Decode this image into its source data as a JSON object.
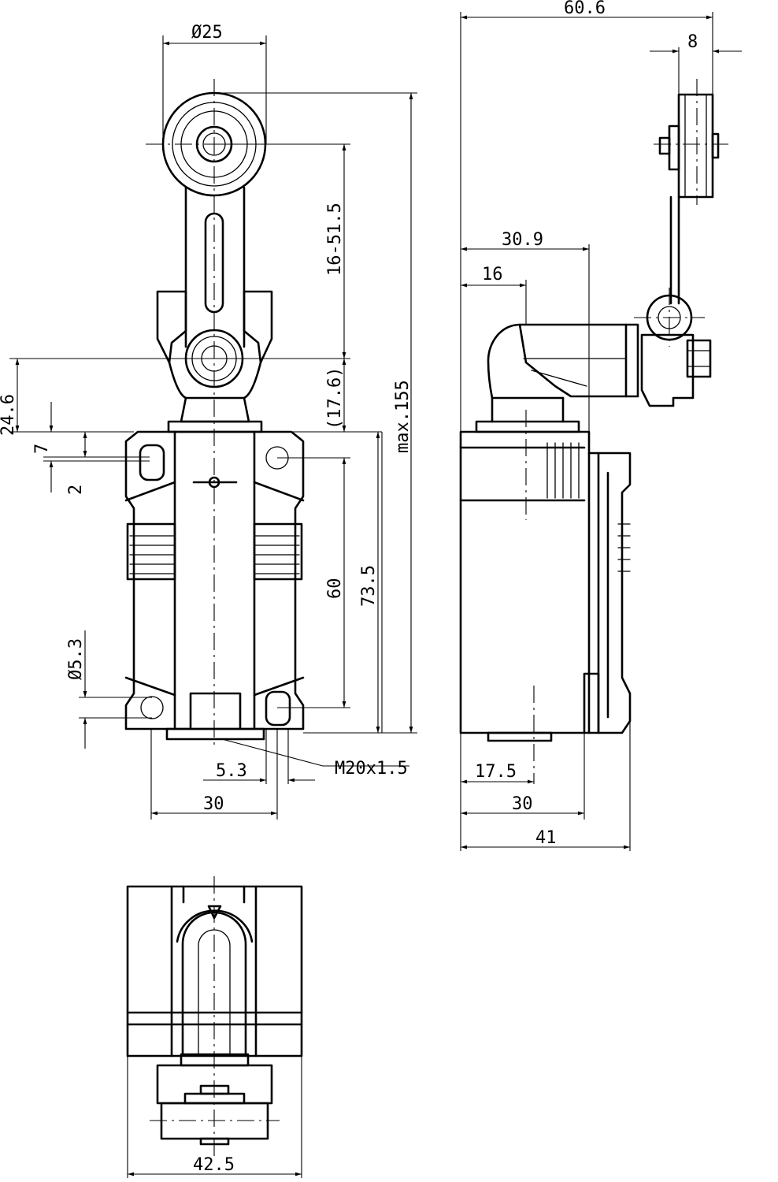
{
  "front_view": {
    "dims": {
      "roller_diameter": "Ø25",
      "lever_adjust": "16-51.5",
      "lever_pivot": "(17.6)",
      "max_height": "max.155",
      "top_offset": "24.6",
      "flange": "7",
      "gap": "2",
      "hole_pitch": "60",
      "body_height": "73.5",
      "hole_diameter": "Ø5.3",
      "offset_53": "5.3",
      "width_30": "30",
      "thread": "M20x1.5"
    }
  },
  "side_view": {
    "dims": {
      "overall_width": "60.6",
      "roller_width": "8",
      "pivot_offset": "30.9",
      "shaft_offset": "16",
      "conduit_offset": "17.5",
      "body_depth": "30",
      "total_depth": "41"
    }
  },
  "top_view": {
    "dims": {
      "width": "42.5"
    }
  }
}
